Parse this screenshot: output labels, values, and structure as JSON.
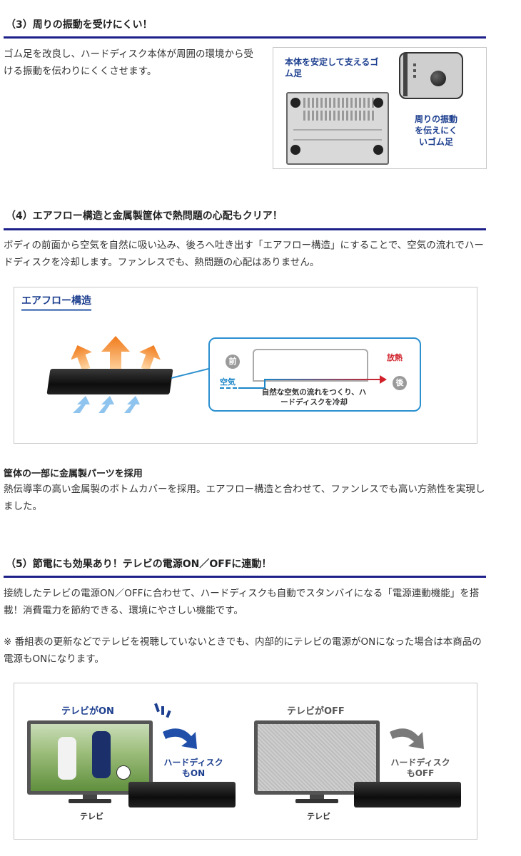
{
  "section3": {
    "heading": "（3）周りの振動を受けにくい！",
    "body": "ゴム足を改良し、ハードディスク本体が周囲の環境から受ける振動を伝わりにくくさせます。",
    "figure": {
      "label_stable": "本体を安定して支えるゴム足",
      "label_vibration": "周りの振動を伝えにくいゴム足"
    }
  },
  "section4": {
    "heading": "（4）エアフロー構造と金属製筐体で熱問題の心配もクリア！",
    "body": "ボディの前面から空気を自然に吸い込み、後ろへ吐き出す「エアフロー構造」にすることで、空気の流れでハードディスクを冷却します。ファンレスでも、熱問題の心配はありません。",
    "figure": {
      "title": "エアフロー構造",
      "front": "前",
      "back": "後",
      "air": "空気",
      "exhaust": "放熱",
      "caption": "自然な空気の流れをつくり、ハードディスクを冷却"
    },
    "sub_heading": "筐体の一部に金属製パーツを採用",
    "sub_body": "熱伝導率の高い金属製のボトムカバーを採用。エアフロー構造と合わせて、ファンレスでも高い方熱性を実現しました。"
  },
  "section5": {
    "heading": "（5）節電にも効果あり！テレビの電源ON／OFFに連動！",
    "body": "接続したテレビの電源ON／OFFに合わせて、ハードディスクも自動でスタンバイになる「電源連動機能」を搭載！消費電力を節約できる、環境にやさしい機能です。",
    "note": "※ 番組表の更新などでテレビを視聴していないときでも、内部的にテレビの電源がONになった場合は本商品の電源もONになります。",
    "figure": {
      "tv_on": "テレビがON",
      "tv_off": "テレビがOFF",
      "hdd_on": "ハードディスクもON",
      "hdd_off": "ハードディスクもOFF",
      "tv_label_left": "テレビ",
      "tv_label_right": "テレビ"
    }
  },
  "colors": {
    "accent": "#1d2088",
    "label_blue": "#1d3f8f",
    "heat_red": "#d0202a",
    "air_blue": "#1a86c8"
  }
}
